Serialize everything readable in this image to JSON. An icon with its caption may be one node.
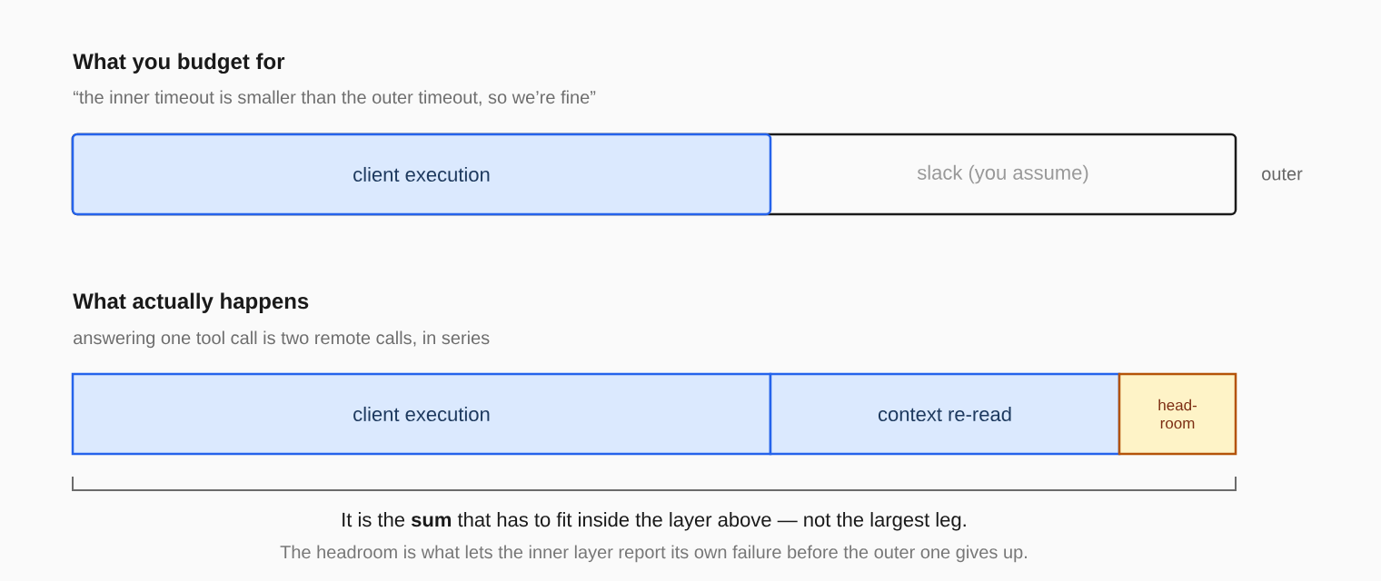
{
  "diagram": {
    "nodes": [
      {
        "text": [
          "slack (you assume)"
        ],
        "beside": [
          "outer"
        ]
      },
      {
        "text": [
          "client execution"
        ],
        "in": 0
      },
      {
        "text": [
          "client execution"
        ]
      },
      {
        "text": [
          "context re-read"
        ]
      },
      {
        "text": [
          "head- room"
        ]
      }
    ],
    "labels": [
      "What you budget for",
      "“the inner timeout is smaller than the outer timeout, so we’re fine”",
      "What actually happens",
      "answering one tool call is two remote calls, in series",
      "It is the **sum** that has to fit inside the layer above — not the largest leg.",
      "The headroom is what lets the inner layer report its own failure before the outer one gives up."
    ]
  }
}
